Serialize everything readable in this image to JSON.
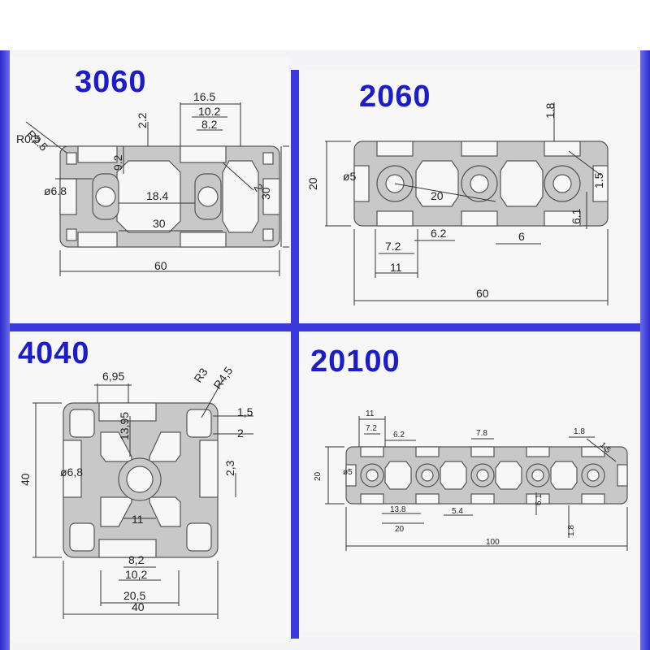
{
  "profiles": [
    {
      "name": "3060",
      "dims": {
        "width": "60",
        "height": "30",
        "slot_outer": "16.5",
        "slot_mid": "10.2",
        "slot_inner": "8.2",
        "top_wall": "2.2",
        "r_outer": "R2.5",
        "r_inner": "R0.5",
        "side": "9.2",
        "bore": "ø6.8",
        "bore_pitch": "18.4",
        "pitch": "30",
        "wall": "2"
      }
    },
    {
      "name": "2060",
      "dims": {
        "width": "60",
        "height": "20",
        "bore": "ø5",
        "pitch": "20",
        "slot_depth": "1.8",
        "lip": "1.5",
        "slot_side": "6.1",
        "slot_gap": "7.2",
        "slot_open": "6.2",
        "slot_outer": "11",
        "slot_bottom": "6"
      }
    },
    {
      "name": "4040",
      "dims": {
        "width": "40",
        "height": "40",
        "slot_top": "6,95",
        "r_small": "R3",
        "r_large": "R4,5",
        "lip": "1,5",
        "wall": "2",
        "depth": "2,3",
        "center": "13,95",
        "bore": "ø6,8",
        "core": "11",
        "slot_inner": "8,2",
        "slot_mid": "10,2",
        "slot_outer": "20,5"
      }
    },
    {
      "name": "20100",
      "dims": {
        "width": "100",
        "height": "20",
        "bore": "ø5",
        "slot_outer": "11",
        "slot_gap": "7.2",
        "slot_open": "6.2",
        "slot_mid": "7.8",
        "slot_depth": "1.8",
        "lip": "1.5",
        "core": "13.8",
        "pitch": "20",
        "slot_bottom": "5.4",
        "slot_side": "6.1",
        "bottom_depth": "1.8"
      }
    }
  ]
}
